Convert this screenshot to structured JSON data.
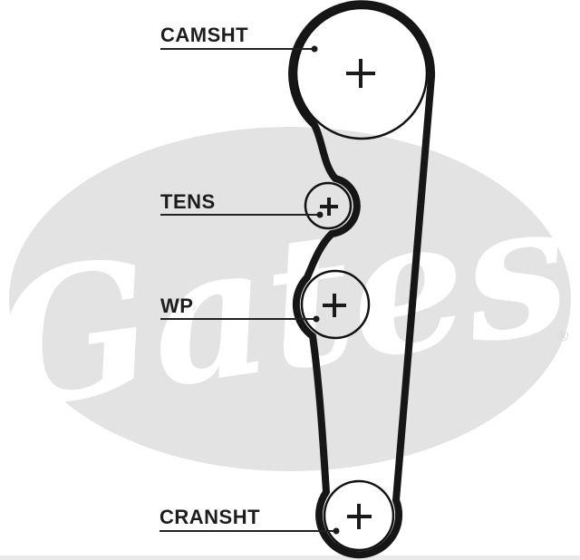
{
  "diagram": {
    "type": "timing-belt-routing",
    "brand_watermark": {
      "brand": "Gates",
      "registered_mark": "®",
      "ellipse_color": "#e3e3e3",
      "script_color": "#ffffff"
    },
    "colors": {
      "background": "#ffffff",
      "belt": "#161616",
      "pulley_outline": "#121212",
      "label_text": "#1d1d1d",
      "leader_line": "#222222",
      "bottom_strip": "#eaeaea"
    },
    "pulleys": [
      {
        "id": "camshaft",
        "label": "CAMSHT",
        "marker": "+"
      },
      {
        "id": "tensioner",
        "label": "TENS",
        "marker": "+"
      },
      {
        "id": "water-pump",
        "label": "WP",
        "marker": "+"
      },
      {
        "id": "crankshaft",
        "label": "CRANSHT",
        "marker": "+"
      }
    ]
  }
}
